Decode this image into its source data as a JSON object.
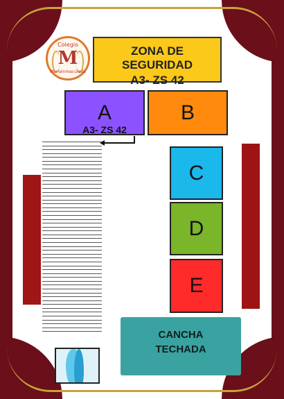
{
  "logo": {
    "top_text": "Colegio",
    "monogram": "M",
    "bottom_text": "Mariainmaculada"
  },
  "zone": {
    "line1": "ZONA DE SEGURIDAD",
    "line2": "A3- ZS 42"
  },
  "blocks": {
    "a": {
      "letter": "A",
      "sub": "A3- ZS 42",
      "color": "#8c52ff"
    },
    "b": {
      "letter": "B",
      "color": "#ff8a0d"
    },
    "c": {
      "letter": "C",
      "color": "#1ab8eb"
    },
    "d": {
      "letter": "D",
      "color": "#7ab52a"
    },
    "e": {
      "letter": "E",
      "color": "#ff2a2a"
    }
  },
  "cancha": {
    "line1": "CANCHA",
    "line2": "TECHADA",
    "color": "#3aa3a1"
  },
  "colors": {
    "frame": "#6b0f1a",
    "gold": "#c9a33a",
    "zone_box": "#fbc91a",
    "side_bars": "#a01515"
  }
}
